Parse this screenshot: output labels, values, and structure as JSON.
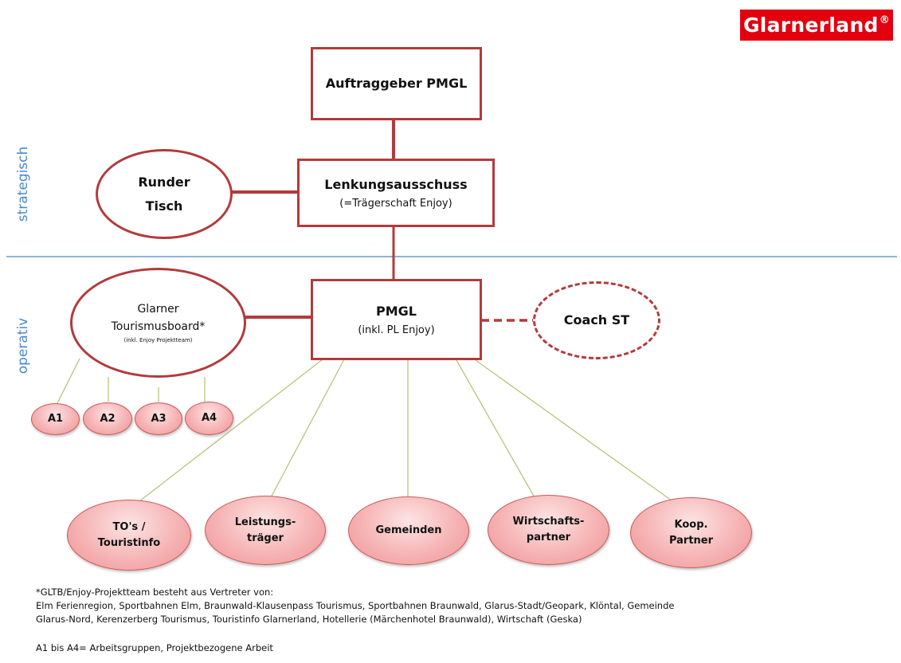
{
  "logo": {
    "text": "Glarnerland",
    "mark": "®"
  },
  "side_labels": {
    "strategic": "strategisch",
    "operative": "operativ"
  },
  "nodes": {
    "auftraggeber": "Auftraggeber PMGL",
    "lenkung_title": "Lenkungsausschuss",
    "lenkung_sub": "(=Trägerschaft Enjoy)",
    "runder_line1": "Runder",
    "runder_line2": "Tisch",
    "pmgl_title": "PMGL",
    "pmgl_sub": "(inkl. PL Enjoy)",
    "coach": "Coach ST",
    "board_line1": "Glarner",
    "board_line2": "Tourismusboard*",
    "board_sub": "(inkl. Enjoy Projektteam)",
    "groups": [
      "A1",
      "A2",
      "A3",
      "A4"
    ],
    "partners": [
      {
        "line1": "TO's /",
        "line2": "Touristinfo"
      },
      {
        "line1": "Leistungs-",
        "line2": "träger"
      },
      {
        "line1": "Gemeinden",
        "line2": ""
      },
      {
        "line1": "Wirtschafts-",
        "line2": "partner"
      },
      {
        "line1": "Koop.",
        "line2": "Partner"
      }
    ]
  },
  "notes": {
    "line1": "*GLTB/Enjoy-Projektteam besteht aus Vertreter von:",
    "line2": "Elm Ferienregion, Sportbahnen Elm, Braunwald-Klausenpass Tourismus, Sportbahnen Braunwald, Glarus-Stadt/Geopark, Klöntal, Gemeinde",
    "line3": "Glarus-Nord, Kerenzerberg Tourismus, Touristinfo Glarnerland, Hotellerie (Märchenhotel Braunwald), Wirtschaft (Geska)",
    "line4": "A1 bis A4= Arbeitsgruppen, Projektbezogene Arbeit"
  },
  "colors": {
    "brand_red": "#e3000f",
    "box_border": "#b33a3c",
    "divider": "#4a89c8",
    "connector_green": "#b7c47e"
  }
}
